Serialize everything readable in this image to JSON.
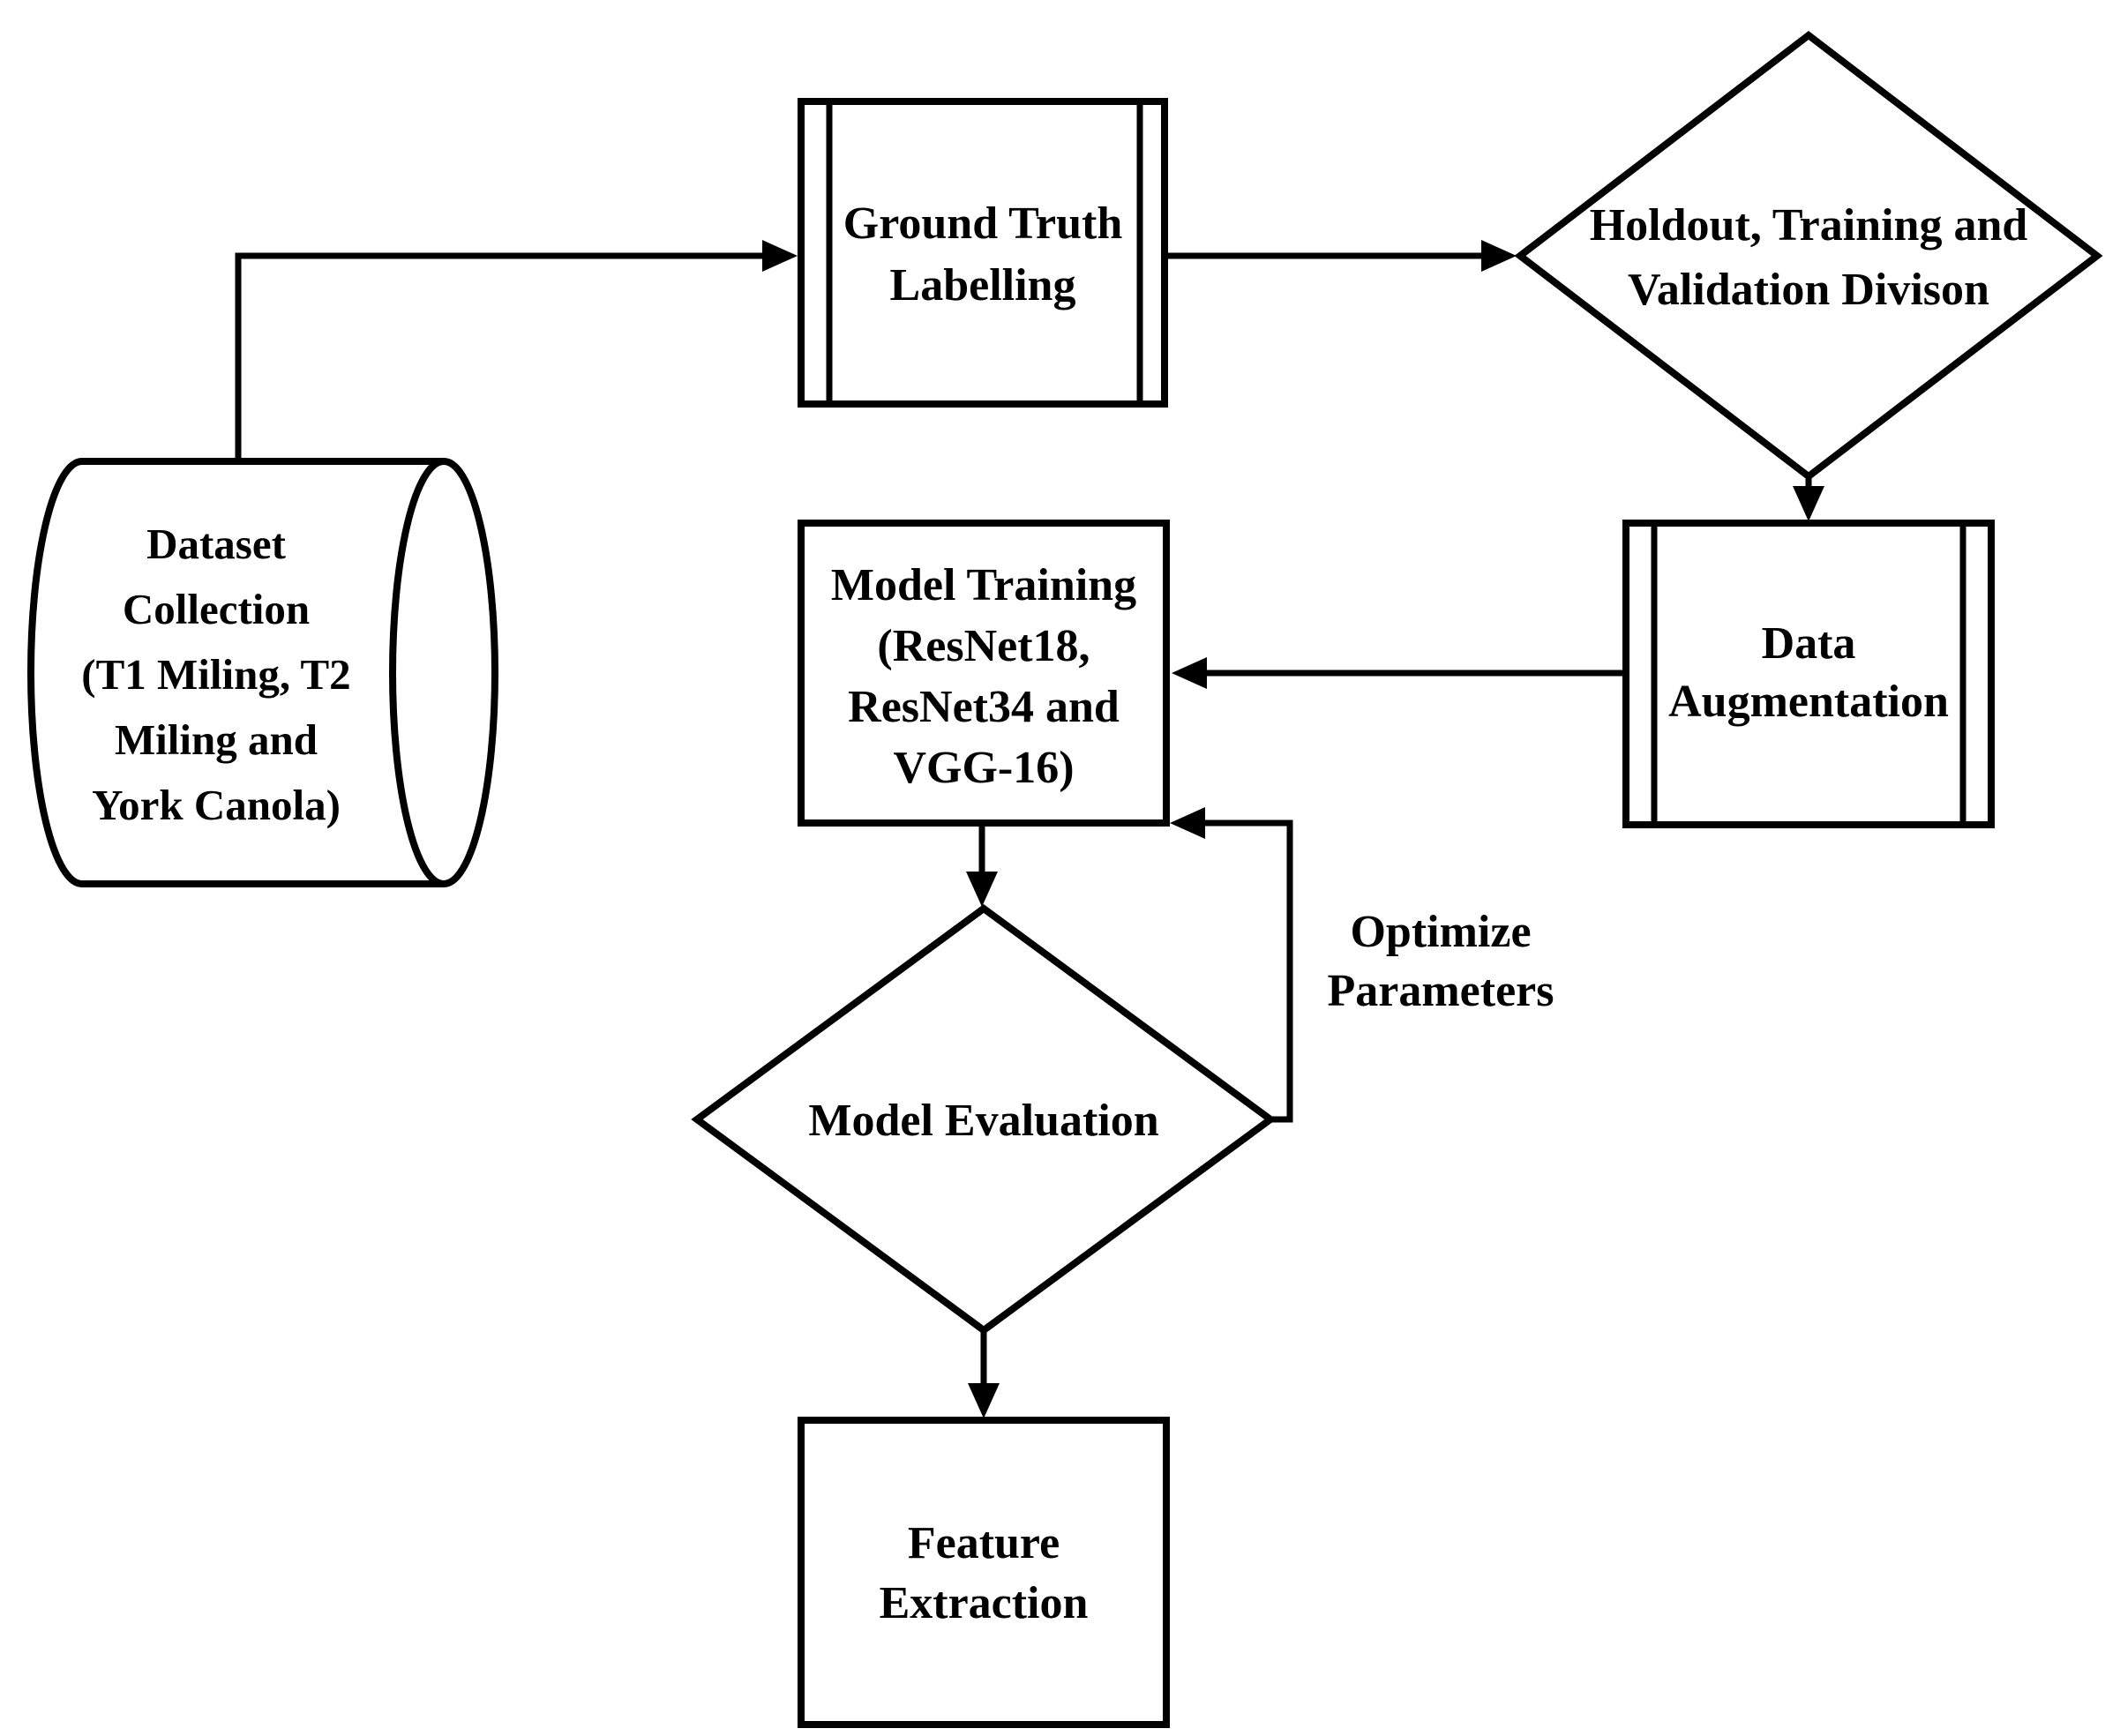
{
  "diagram": {
    "type": "flowchart",
    "background_color": "#ffffff",
    "ink_color": "#000000",
    "nodes": {
      "dataset_collection": {
        "shape": "horizontal-cylinder",
        "lines": [
          "Dataset",
          "Collection",
          "(T1 Miling, T2",
          "Miling and",
          "York Canola)"
        ]
      },
      "ground_truth_labelling": {
        "shape": "predefined-process",
        "lines": [
          "Ground Truth",
          "Labelling"
        ]
      },
      "holdout_division": {
        "shape": "decision-diamond",
        "lines": [
          "Holdout, Training and",
          "Validation Divison"
        ]
      },
      "data_augmentation": {
        "shape": "predefined-process",
        "lines": [
          "Data",
          "Augmentation"
        ]
      },
      "model_training": {
        "shape": "process",
        "lines": [
          "Model Training",
          "(ResNet18,",
          "ResNet34 and",
          "VGG-16)"
        ]
      },
      "model_evaluation": {
        "shape": "decision-diamond",
        "lines": [
          "Model Evaluation"
        ]
      },
      "feature_extraction": {
        "shape": "process",
        "lines": [
          "Feature",
          "Extraction"
        ]
      }
    },
    "edge_labels": {
      "optimize_parameters": {
        "lines": [
          "Optimize",
          "Parameters"
        ]
      }
    },
    "edges": [
      {
        "from": "dataset_collection",
        "to": "ground_truth_labelling"
      },
      {
        "from": "ground_truth_labelling",
        "to": "holdout_division"
      },
      {
        "from": "holdout_division",
        "to": "data_augmentation"
      },
      {
        "from": "data_augmentation",
        "to": "model_training"
      },
      {
        "from": "model_training",
        "to": "model_evaluation"
      },
      {
        "from": "model_evaluation",
        "to": "model_training",
        "label": "Optimize Parameters"
      },
      {
        "from": "model_evaluation",
        "to": "feature_extraction"
      }
    ]
  }
}
